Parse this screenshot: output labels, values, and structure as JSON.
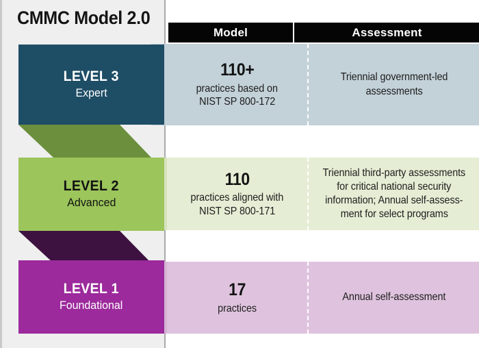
{
  "title": "CMMC Model 2.0",
  "columns": {
    "model_label": "Model",
    "assessment_label": "Assessment"
  },
  "colors": {
    "level3_box": "#1e4d66",
    "level3_band": "#c3d1d8",
    "level3_band_tint": "#c3d1d8",
    "level3_connector": "#6b8f3c",
    "level2_box": "#9cc55b",
    "level2_band": "#e5edd4",
    "level2_band_tint": "#d6e2bf",
    "level2_connector": "#3d1140",
    "level1_box": "#9c2a9c",
    "level1_band": "#dfc3de",
    "level1_band_tint": "#d4b4d3",
    "header_bar": "#050505",
    "page_background": "#efefef",
    "divider": "#a9a9a9"
  },
  "levels": [
    {
      "id": "level-3",
      "title": "LEVEL 3",
      "subtitle": "Expert",
      "title_color": "#ffffff",
      "model": {
        "count": "110+",
        "lines": [
          "practices based on",
          "NIST SP 800-172"
        ]
      },
      "assessment": {
        "lines": [
          "Triennial government-led",
          "assessments"
        ]
      }
    },
    {
      "id": "level-2",
      "title": "LEVEL 2",
      "subtitle": "Advanced",
      "title_color": "#121212",
      "model": {
        "count": "110",
        "lines": [
          "practices aligned with",
          "NIST SP 800-171"
        ]
      },
      "assessment": {
        "lines": [
          "Triennial third-party assessments",
          "for critical national security",
          "information; Annual self-assess-",
          "ment for select programs"
        ]
      }
    },
    {
      "id": "level-1",
      "title": "LEVEL 1",
      "subtitle": "Foundational",
      "title_color": "#ffffff",
      "model": {
        "count": "17",
        "lines": [
          "practices"
        ]
      },
      "assessment": {
        "lines": [
          "Annual self-assessment"
        ]
      }
    }
  ]
}
